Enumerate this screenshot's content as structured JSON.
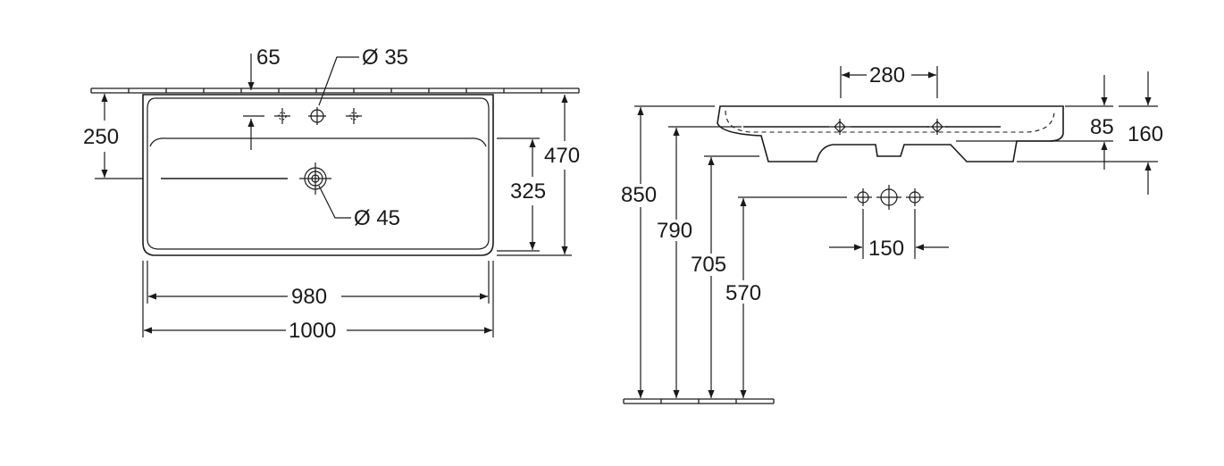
{
  "front_view": {
    "dim_top_offset": "65",
    "dim_tap_hole": "Ø 35",
    "dim_tap_depth": "250",
    "dim_inner_depth": "325",
    "dim_total_depth": "470",
    "dim_drain": "Ø 45",
    "dim_inner_width": "980",
    "dim_total_width": "1000"
  },
  "side_view": {
    "dim_hole_spacing": "280",
    "dim_rim_height": "85",
    "dim_body_height": "160",
    "dim_h_850": "850",
    "dim_h_790": "790",
    "dim_h_705": "705",
    "dim_h_570": "570",
    "dim_tap_spacing": "150"
  }
}
